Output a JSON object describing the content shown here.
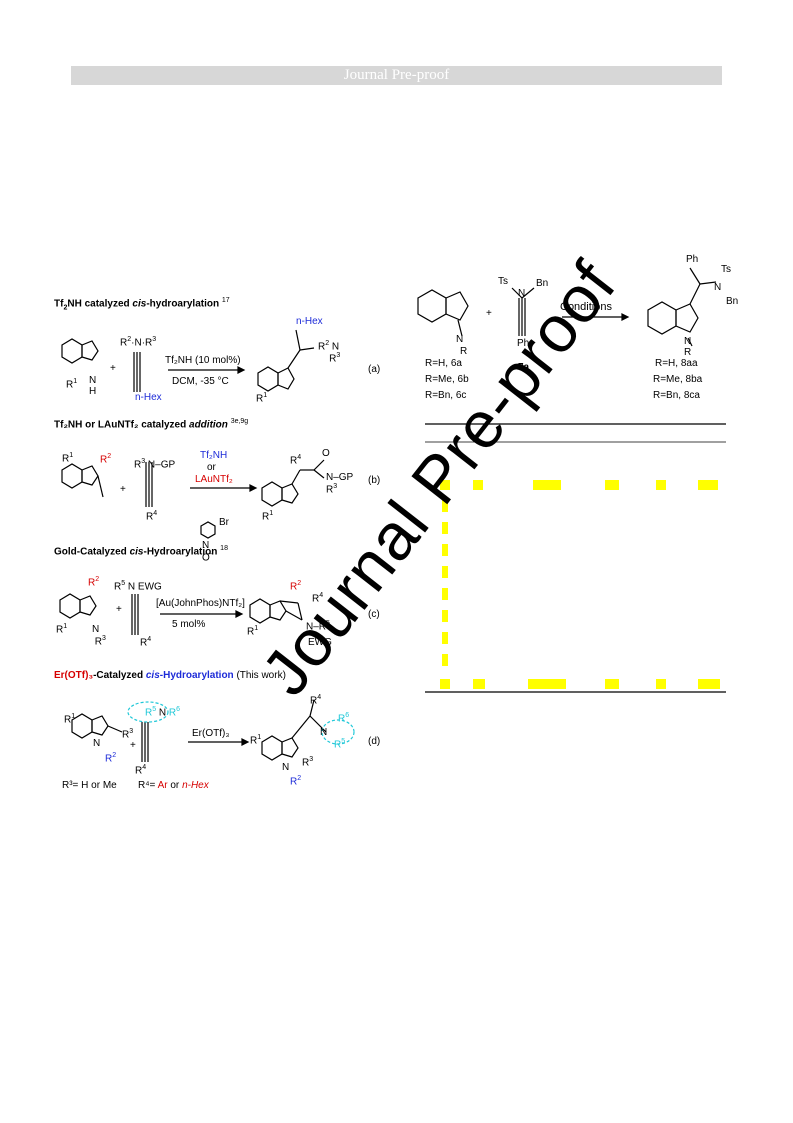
{
  "banner": "Journal Pre-proof",
  "watermark": "Journal Pre-proof",
  "left_scheme": {
    "a": {
      "heading_main": "catalyzed",
      "heading_italic": "cis",
      "heading_tail": "-hydroarylation",
      "heading_ref": "17",
      "reagent": "Tf₂NH (10 mol%)",
      "conditions": "DCM, -35 °C",
      "substituent": "n-Hex",
      "tag": "(a)"
    },
    "b": {
      "heading": "Tf₂NH or LAuNTf₂ catalyzed",
      "heading_italic": "addition",
      "heading_ref": "3e,9g",
      "reagent1": "Tf₂NH",
      "reagent_or": "or",
      "reagent2": "LAuNTf₂",
      "ewg": "N–GP",
      "tag": "(b)"
    },
    "c": {
      "heading": "Gold-Catalyzed",
      "heading_italic": "cis",
      "heading_tail": "-Hydroarylation",
      "heading_ref": "18",
      "reagent": "[Au(JohnPhos)NTf₂]",
      "loading": "5 mol%",
      "ewg": "EWG",
      "tag": "(c)"
    },
    "d": {
      "heading_red": "Er(OTf)₃",
      "heading_mid": "-Catalyzed",
      "heading_blue_i": "cis",
      "heading_blue": "-Hydroarylation",
      "heading_tail": "(This work)",
      "reagent": "Er(OTf)₃",
      "r3_note": "R³= H or Me",
      "r4_note_pre": "R⁴=",
      "r4_note_ar": "Ar",
      "r4_note_or": "or",
      "r4_note_hex": "n-Hex",
      "tag": "(d)"
    }
  },
  "right_scheme": {
    "arrow_label": "Conditions",
    "reactant_labels": [
      "R=H, 6a",
      "R=Me, 6b",
      "R=Bn, 6c"
    ],
    "alkyne_label": "7a",
    "product_labels": [
      "R=H, 8aa",
      "R=Me, 8ba",
      "R=Bn, 8ca"
    ],
    "ynamide_groups": [
      "Ts",
      "N",
      "Bn",
      "Ph"
    ],
    "product_groups": [
      "Ph",
      "Ts",
      "N",
      "Bn"
    ]
  }
}
